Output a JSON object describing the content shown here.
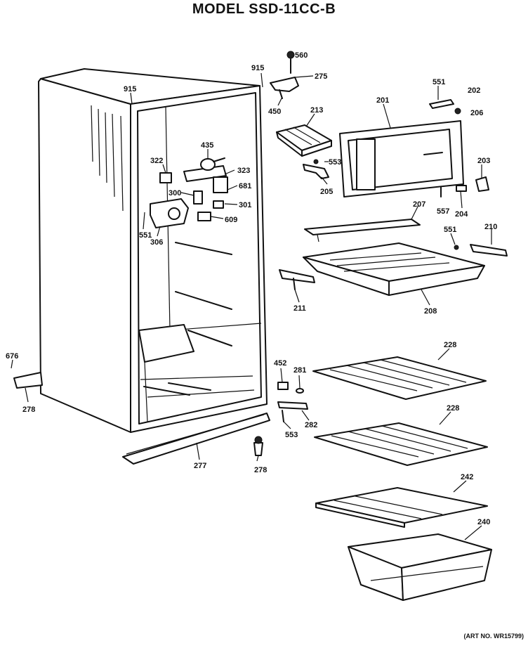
{
  "title": "MODEL SSD-11CC-B",
  "art_number": "(ART NO. WR15799)",
  "callouts": {
    "c915a": "915",
    "c915b": "915",
    "c560": "560",
    "c275": "275",
    "c450": "450",
    "c213": "213",
    "c201": "201",
    "c551a": "551",
    "c202": "202",
    "c206": "206",
    "c435": "435",
    "c322": "322",
    "c323": "323",
    "c681": "681",
    "c300": "300",
    "c301": "301",
    "c609": "609",
    "c551b": "551",
    "c306": "306",
    "c553a": "553",
    "c205": "205",
    "c203": "203",
    "c557": "557",
    "c204": "204",
    "c207": "207",
    "c551c": "551",
    "c210": "210",
    "c211": "211",
    "c208": "208",
    "c676": "676",
    "c278a": "278",
    "c452": "452",
    "c281": "281",
    "c228a": "228",
    "c282": "282",
    "c553b": "553",
    "c228b": "228",
    "c277": "277",
    "c278b": "278",
    "c242": "242",
    "c240": "240"
  }
}
